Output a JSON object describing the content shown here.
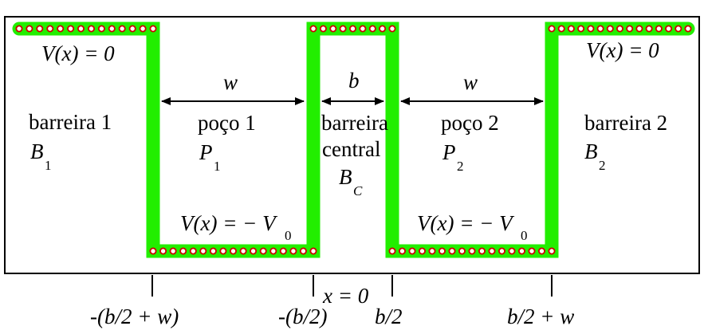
{
  "labels": {
    "V_zero_left": "V(x) = 0",
    "V_zero_right": "V(x) = 0",
    "w_left": "w",
    "b_center": "b",
    "w_right": "w",
    "barrier1": "barreira 1",
    "barrier1_symbol": "B",
    "barrier1_sub": "1",
    "well1": "poço 1",
    "well1_symbol": "P",
    "well1_sub": "1",
    "central_line1": "barreira",
    "central_line2": "central",
    "central_symbol": "B",
    "central_sub": "C",
    "well2": "poço 2",
    "well2_symbol": "P",
    "well2_sub": "2",
    "barrier2": "barreira 2",
    "barrier2_symbol": "B",
    "barrier2_sub": "2",
    "V_minus_left": "V(x) = − V",
    "V_minus_left_sub": "0",
    "V_minus_right": "V(x) = − V",
    "V_minus_right_sub": "0"
  },
  "axis": {
    "tick1": "-(b/2 + w)",
    "tick2": "-(b/2)",
    "origin": "x = 0",
    "tick3": "b/2",
    "tick4": "b/2 + w"
  },
  "colors": {
    "potential": "#22ee00",
    "bead_fill": "#ffffff",
    "bead_stroke": "#cc0000",
    "ink": "#000000"
  }
}
